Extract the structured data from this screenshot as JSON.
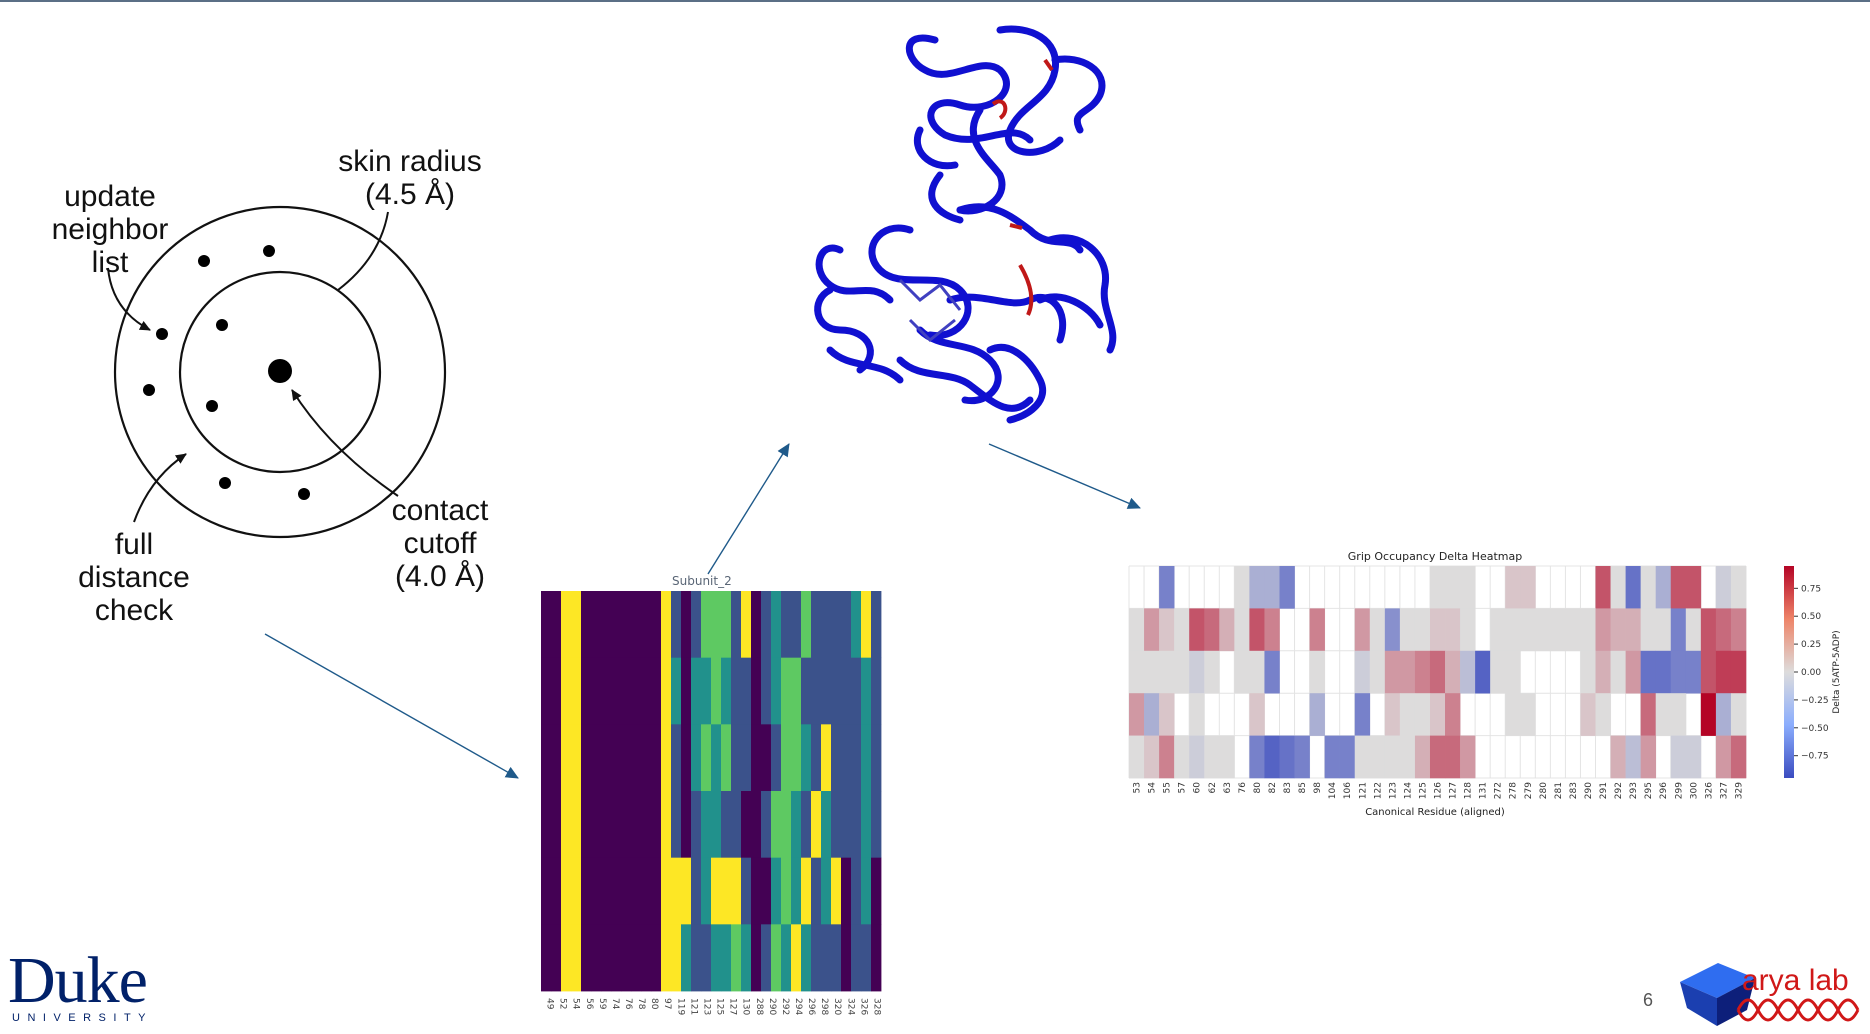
{
  "diagram": {
    "label_update": [
      "update",
      "neighbor",
      "list"
    ],
    "label_skin": [
      "skin radius",
      "(4.5 Å)"
    ],
    "label_contact": [
      "contact",
      "cutoff",
      "(4.0 Å)"
    ],
    "label_full": [
      "full",
      "distance",
      "check"
    ]
  },
  "subunit_heatmap": {
    "title": "Subunit_2",
    "x_tick_labels": [
      "49",
      "52",
      "54",
      "56",
      "59",
      "74",
      "76",
      "78",
      "80",
      "97",
      "119",
      "121",
      "123",
      "125",
      "127",
      "130",
      "288",
      "290",
      "292",
      "294",
      "296",
      "298",
      "320",
      "324",
      "326",
      "328"
    ]
  },
  "chart_data": {
    "type": "heatmap",
    "title": "Grip Occupancy Delta Heatmap",
    "xlabel": "Canonical Residue (aligned)",
    "colorbar_label": "Delta (5ATP-5ADP)",
    "colorbar_ticks": [
      "0.75",
      "0.50",
      "0.25",
      "0.00",
      "−0.25",
      "−0.50",
      "−0.75"
    ],
    "colorbar_range": [
      -0.95,
      0.95
    ],
    "colormap": "coolwarm",
    "x_tick_labels": [
      "53",
      "54",
      "55",
      "57",
      "60",
      "62",
      "63",
      "76",
      "80",
      "82",
      "83",
      "85",
      "98",
      "104",
      "106",
      "121",
      "122",
      "123",
      "124",
      "125",
      "126",
      "127",
      "128",
      "131",
      "272",
      "278",
      "279",
      "280",
      "281",
      "283",
      "290",
      "291",
      "292",
      "293",
      "295",
      "296",
      "299",
      "300",
      "326",
      "327",
      "329"
    ],
    "x": [
      "53",
      "54",
      "55",
      "57",
      "60",
      "62",
      "63",
      "76",
      "80",
      "82",
      "83",
      "85",
      "98",
      "104",
      "106",
      "121",
      "122",
      "123",
      "124",
      "125",
      "126",
      "127",
      "128",
      "131",
      "272",
      "278",
      "279",
      "280",
      "281",
      "283",
      "290",
      "291",
      "292",
      "293",
      "295",
      "296",
      "299",
      "300",
      "326",
      "327",
      "329"
    ],
    "rows": 5,
    "values": [
      [
        null,
        null,
        -0.6,
        null,
        null,
        null,
        null,
        0.0,
        -0.3,
        -0.3,
        -0.6,
        null,
        null,
        null,
        null,
        null,
        null,
        null,
        null,
        null,
        0.0,
        0.0,
        0.0,
        null,
        null,
        0.1,
        0.1,
        null,
        null,
        null,
        null,
        0.6,
        0.0,
        -0.7,
        0.0,
        -0.3,
        0.6,
        0.6,
        null,
        -0.1,
        0.0
      ],
      [
        0.0,
        0.3,
        0.1,
        0.0,
        0.6,
        0.5,
        0.2,
        0.0,
        0.6,
        0.4,
        null,
        null,
        0.4,
        null,
        null,
        0.3,
        0.0,
        -0.5,
        0.0,
        0.0,
        0.1,
        0.1,
        0.0,
        null,
        0.0,
        0.0,
        0.0,
        0.0,
        0.0,
        0.0,
        0.0,
        0.3,
        0.2,
        0.2,
        0.0,
        0.0,
        -0.6,
        0.0,
        0.6,
        0.5,
        0.4
      ],
      [
        0.0,
        0.0,
        0.0,
        0.0,
        -0.1,
        0.0,
        null,
        0.0,
        0.0,
        -0.6,
        null,
        null,
        0.0,
        null,
        null,
        -0.1,
        0.0,
        0.3,
        0.3,
        0.4,
        0.5,
        0.2,
        -0.2,
        -0.8,
        0.0,
        0.0,
        null,
        null,
        null,
        null,
        0.0,
        0.2,
        0.0,
        0.3,
        -0.7,
        -0.7,
        -0.6,
        -0.6,
        0.6,
        0.7,
        0.7
      ],
      [
        0.3,
        -0.3,
        0.1,
        null,
        0.0,
        null,
        null,
        null,
        0.1,
        null,
        null,
        null,
        -0.3,
        null,
        null,
        -0.6,
        null,
        0.1,
        0.0,
        0.0,
        0.1,
        0.4,
        null,
        null,
        null,
        0.0,
        0.0,
        null,
        null,
        null,
        0.1,
        0.0,
        null,
        null,
        0.5,
        0.0,
        0.0,
        null,
        0.95,
        -0.3,
        0.0
      ],
      [
        0.0,
        0.1,
        0.4,
        0.0,
        -0.1,
        0.0,
        0.0,
        null,
        -0.6,
        -0.8,
        -0.7,
        -0.6,
        null,
        -0.6,
        -0.6,
        0.0,
        0.0,
        0.0,
        0.0,
        0.2,
        0.5,
        0.5,
        0.3,
        null,
        null,
        null,
        null,
        null,
        null,
        null,
        null,
        null,
        0.2,
        -0.2,
        0.3,
        null,
        -0.1,
        -0.1,
        null,
        0.3,
        0.5
      ]
    ]
  },
  "footer": {
    "logo_text": "Duke",
    "logo_sub": "UNIVERSITY",
    "page_number": "6",
    "lab_name": "arya lab"
  }
}
